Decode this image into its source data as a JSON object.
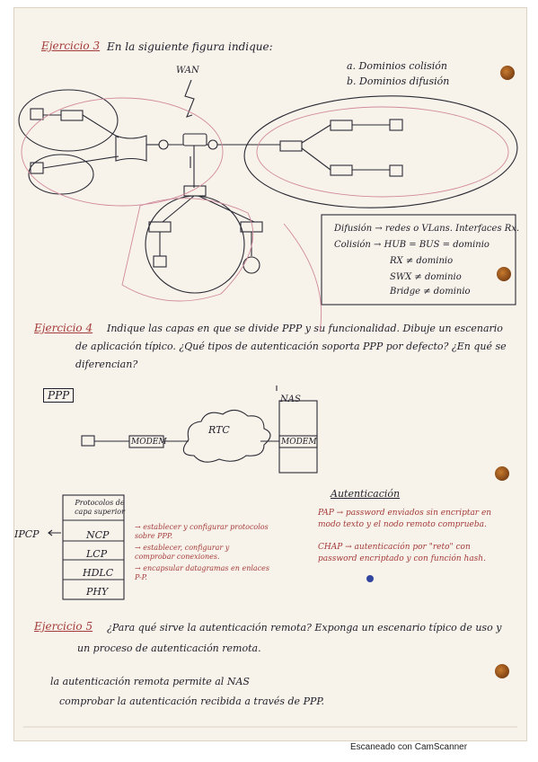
{
  "exercise3": {
    "title": "Ejercicio 3",
    "prompt": "En la siguiente figura indique:",
    "options": [
      "a. Dominios colisión",
      "b. Dominios difusión"
    ],
    "wan_label": "WAN",
    "notes": [
      "Difusión → redes o VLans. Interfaces Rx.",
      "Colisión → HUB = BUS = dominio",
      "RX ≠ dominio",
      "SWX ≠ dominio",
      "Bridge ≠ dominio"
    ]
  },
  "exercise4": {
    "title": "Ejercicio 4",
    "prompt_lines": [
      "Indique las capas en que se divide PPP y su funcionalidad. Dibuje un escenario",
      "de aplicación típico. ¿Qué tipos de autenticación soporta PPP por defecto? ¿En qué se",
      "diferencian?"
    ],
    "ppp_label": "PPP",
    "modem_left": "MODEM",
    "modem_right": "MODEM",
    "rtc_label": "RTC",
    "nas_label": "NAS",
    "protocols_header": "Protocolos de capa superior",
    "ipcp_label": "IPCP",
    "layers": [
      "NCP",
      "LCP",
      "HDLC",
      "PHY"
    ],
    "layer_notes": [
      "→ establecer y configurar protocolos sobre PPP.",
      "→ establecer, configurar y comprobar conexiones.",
      "→ encapsular datagramas en enlaces P-P."
    ],
    "auth_title": "Autenticación",
    "auth_pap": "PAP → password enviados sin encriptar en modo texto y el nodo remoto comprueba.",
    "auth_chap": "CHAP → autenticación por \"reto\" con password encriptado y con función hash."
  },
  "exercise5": {
    "title": "Ejercicio 5",
    "prompt_lines": [
      "¿Para qué sirve la autenticación remota? Exponga un escenario típico de uso y",
      "un proceso de autenticación remota."
    ],
    "answer_lines": [
      "la autenticación remota permite al NAS",
      "comprobar la autenticación recibida a través de PPP."
    ]
  },
  "footer": "Escaneado con CamScanner"
}
